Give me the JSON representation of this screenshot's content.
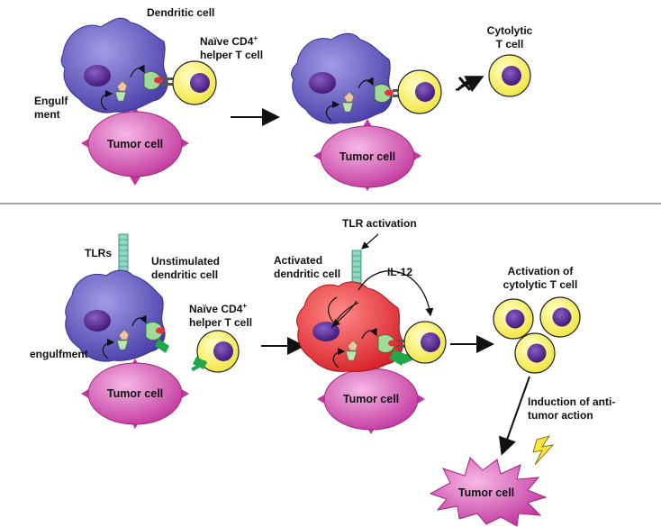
{
  "top_panel": {
    "dendritic_cell_label": "Dendritic cell",
    "naive_cd4_label_line1": "Naïve CD4",
    "naive_cd4_label_sup": "+",
    "naive_cd4_label_line2": "helper  T cell",
    "engulfment_line1": "Engulf",
    "engulfment_line2": "ment",
    "tumor_cell_left": "Tumor cell",
    "tumor_cell_right": "Tumor cell",
    "cytolytic_line1": "Cytolytic",
    "cytolytic_line2": "T cell"
  },
  "bottom_panel": {
    "tlrs_label": "TLRs",
    "unstimulated_line1": "Unstimulated",
    "unstimulated_line2": "dendritic cell",
    "naive_cd4_line1": "Naïve CD4",
    "naive_cd4_sup": "+",
    "naive_cd4_line2": "helper T cell",
    "engulfment_label": "engulfment",
    "tumor_cell_left": "Tumor cell",
    "tlr_activation_label": "TLR activation",
    "activated_line1": "Activated",
    "activated_line2": "dendritic cell",
    "il12_label": "IL-12",
    "tumor_cell_middle": "Tumor cell",
    "activation_cytolytic_line1": "Activation of",
    "activation_cytolytic_line2": "cytolytic T cell",
    "induction_line1": "Induction of anti-",
    "induction_line2": "tumor action",
    "tumor_cell_destroyed": "Tumor cell"
  },
  "colors": {
    "dendritic_purple": "#6a5fc4",
    "dendritic_red": "#e8323a",
    "nucleus_purple": "#5a2a8c",
    "tcell_yellow": "#fff45a",
    "tumor_magenta": "#d957b8",
    "receptor_green": "#9fdc9a",
    "tlr_teal": "#8fd8c4"
  }
}
